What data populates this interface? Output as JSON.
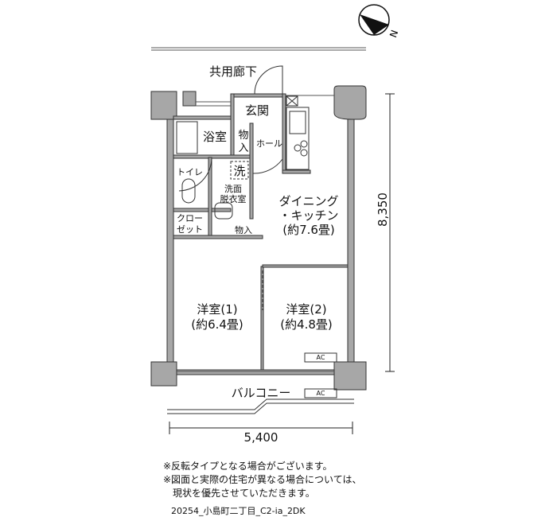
{
  "compass": {
    "label": "N"
  },
  "corridor": "共用廊下",
  "rooms": {
    "entrance": "玄関",
    "bath": "浴室",
    "storage1": "物入",
    "storage1_v": [
      "物",
      "入"
    ],
    "hall": "ホール",
    "toilet": "トイレ",
    "washer": "洗",
    "washroom": [
      "洗面",
      "脱衣室"
    ],
    "closet": [
      "クロー",
      "ゼット"
    ],
    "storage2": "物入",
    "dk": [
      "ダイニング",
      "・キッチン",
      "(約7.6畳)"
    ],
    "room1": [
      "洋室(1)",
      "(約6.4畳)"
    ],
    "room2": [
      "洋室(2)",
      "(約4.8畳)"
    ],
    "ac": "AC",
    "balcony": "バルコニー",
    "balcony_ac": "AC"
  },
  "dimensions": {
    "height": "8,350",
    "width": "5,400"
  },
  "notes": [
    "※反転タイプとなる場合がございます。",
    "※図面と実際の住宅が異なる場合については、",
    "　現状を優先させていただきます。"
  ],
  "code": "20254_小島町二丁目_C2-ia_2DK",
  "colors": {
    "wall": "#a7a7a7",
    "line": "#333333"
  }
}
